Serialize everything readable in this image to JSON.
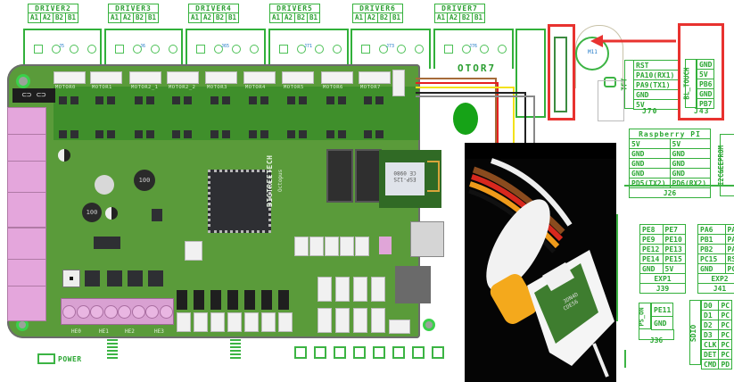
{
  "drivers": [
    {
      "name": "DRIVER2",
      "pins": [
        "A1",
        "A2",
        "B2",
        "B1"
      ],
      "jack": "J5"
    },
    {
      "name": "DRIVER3",
      "pins": [
        "A1",
        "A2",
        "B2",
        "B1"
      ],
      "jack": "J6"
    },
    {
      "name": "DRIVER4",
      "pins": [
        "A1",
        "A2",
        "B2",
        "B1"
      ],
      "jack": "J65"
    },
    {
      "name": "DRIVER5",
      "pins": [
        "A1",
        "A2",
        "B2",
        "B1"
      ],
      "jack": "J71"
    },
    {
      "name": "DRIVER6",
      "pins": [
        "A1",
        "A2",
        "B2",
        "B1"
      ],
      "jack": "J73"
    },
    {
      "name": "DRIVER7",
      "pins": [
        "A1",
        "A2",
        "B2",
        "B1"
      ],
      "jack": "J76"
    }
  ],
  "board": {
    "brand": "BIGTREETECH",
    "model": "Octopus",
    "motor_labels": [
      "MOTOR0",
      "MOTOR1",
      "MOTOR2_1",
      "MOTOR2_2",
      "MOTOR3",
      "MOTOR4",
      "MOTOR5",
      "MOTOR6",
      "MOTOR7"
    ],
    "heater_labels": [
      "HE0",
      "HE1",
      "HE2",
      "HE3"
    ],
    "inductor_labels": [
      "100",
      "100"
    ],
    "wifi_module": {
      "label": "ESP-12S",
      "mark": "CE 0980"
    },
    "power_label": "POWER",
    "motor7_silk": "OTOR7"
  },
  "callout": {
    "highlight_jack": "J43",
    "mount_label": "M11",
    "arrow_color": "#e8322f"
  },
  "tft_header": {
    "side_label": "TFT",
    "pins": [
      "RST",
      "PA10(RX1)",
      "PA9(TX1)",
      "GND",
      "5V"
    ],
    "name": "J70"
  },
  "bltouch_header": {
    "side_label": "BL_TOUCH",
    "pins": [
      "GND",
      "5V",
      "PB6",
      "GND",
      "PB7"
    ],
    "name": "J43"
  },
  "raspberry_pi": {
    "title": "Raspberry PI",
    "rows": [
      [
        "5V",
        "5V"
      ],
      [
        "GND",
        "GND"
      ],
      [
        "GND",
        "GND"
      ],
      [
        "GND",
        "GND"
      ],
      [
        "PD5(TX2)",
        "PD6(RX2)"
      ]
    ],
    "name": "J26"
  },
  "eeprom_label": "I2C&EEPROM",
  "exp1": {
    "rows": [
      [
        "PE8",
        "PE7"
      ],
      [
        "PE9",
        "PE10"
      ],
      [
        "PE12",
        "PE13"
      ],
      [
        "PE14",
        "PE15"
      ],
      [
        "GND",
        "5V"
      ]
    ],
    "title": "EXP1",
    "name": "J39"
  },
  "exp2": {
    "rows": [
      [
        "PA6",
        "PA"
      ],
      [
        "PB1",
        "PA"
      ],
      [
        "PB2",
        "PA"
      ],
      [
        "PC15",
        "RS"
      ],
      [
        "GND",
        "PC"
      ]
    ],
    "title": "EXP2",
    "name": "J41"
  },
  "ps_on": {
    "side_label": "PS_ON",
    "rows": [
      "PE11",
      "GND"
    ],
    "name": "J36"
  },
  "sdio": {
    "side_label": "SDIO",
    "rows": [
      [
        "D0",
        "PC"
      ],
      [
        "D1",
        "PC"
      ],
      [
        "D2",
        "PC"
      ],
      [
        "D3",
        "PC"
      ],
      [
        "CLK",
        "PC"
      ],
      [
        "DET",
        "PC"
      ],
      [
        "CMD",
        "PD"
      ]
    ]
  },
  "wire_colors": {
    "brown": "#a66b3a",
    "red": "#e62020",
    "yellow": "#f3e21a",
    "black": "#222222",
    "grey": "#888888"
  },
  "photo": {
    "subject": "BLTouch sensor with 5-wire lead",
    "label_lines": [
      "3DN4D",
      "CDE56"
    ]
  }
}
